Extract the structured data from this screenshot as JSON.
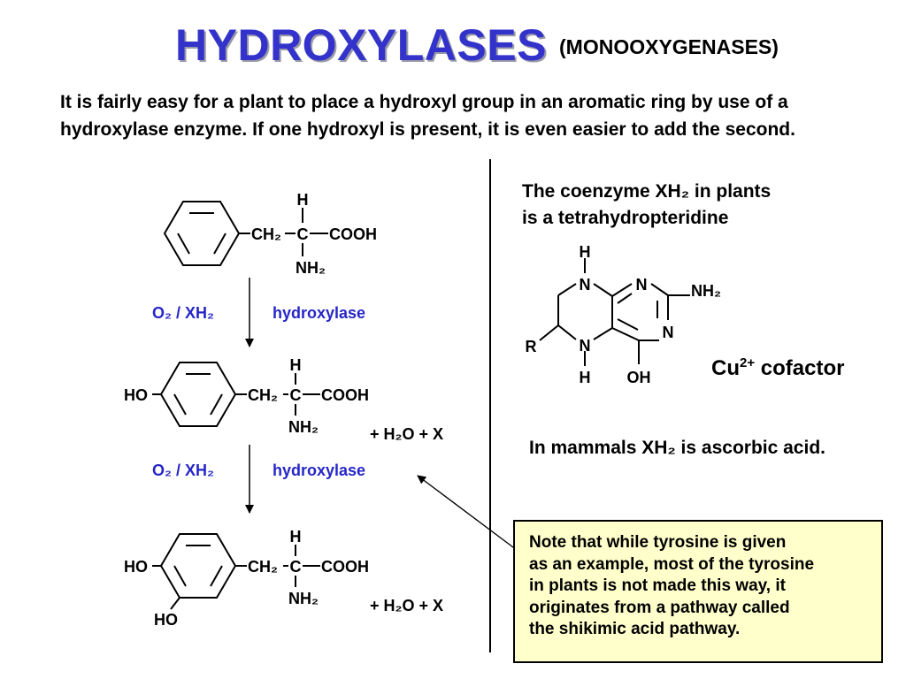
{
  "header": {
    "title": "HYDROXYLASES",
    "subtitle": "(MONOOXYGENASES)"
  },
  "intro_text": "It is fairly easy for a plant to place a hydroxyl group in an aromatic ring by use of a hydroxylase enzyme. If one hydroxyl is present, it is even easier to add the second.",
  "pathway": {
    "step_reagent": "O₂ / XH₂",
    "step_enzyme": "hydroxylase",
    "byproduct": "+ H₂O + X",
    "atoms": {
      "h": "H",
      "c": "C",
      "ch2": "CH₂",
      "cooh": "COOH",
      "nh2": "NH₂",
      "ho": "HO"
    }
  },
  "coenzyme": {
    "line1": "The coenzyme XH₂ in plants",
    "line2": "is a tetrahydropteridine",
    "atoms": {
      "n": "N",
      "h": "H",
      "r": "R",
      "nh2": "NH₂",
      "oh": "OH"
    }
  },
  "cofactor": {
    "ion": "Cu",
    "charge": "2+",
    "label": "cofactor"
  },
  "mammals_text": "In mammals XH₂ is ascorbic acid.",
  "note": {
    "lines": [
      "Note that while tyrosine is given",
      "as an example, most of the tyrosine",
      "in plants is not made this way, it",
      "originates from a pathway called",
      "the shikimic acid pathway."
    ]
  }
}
